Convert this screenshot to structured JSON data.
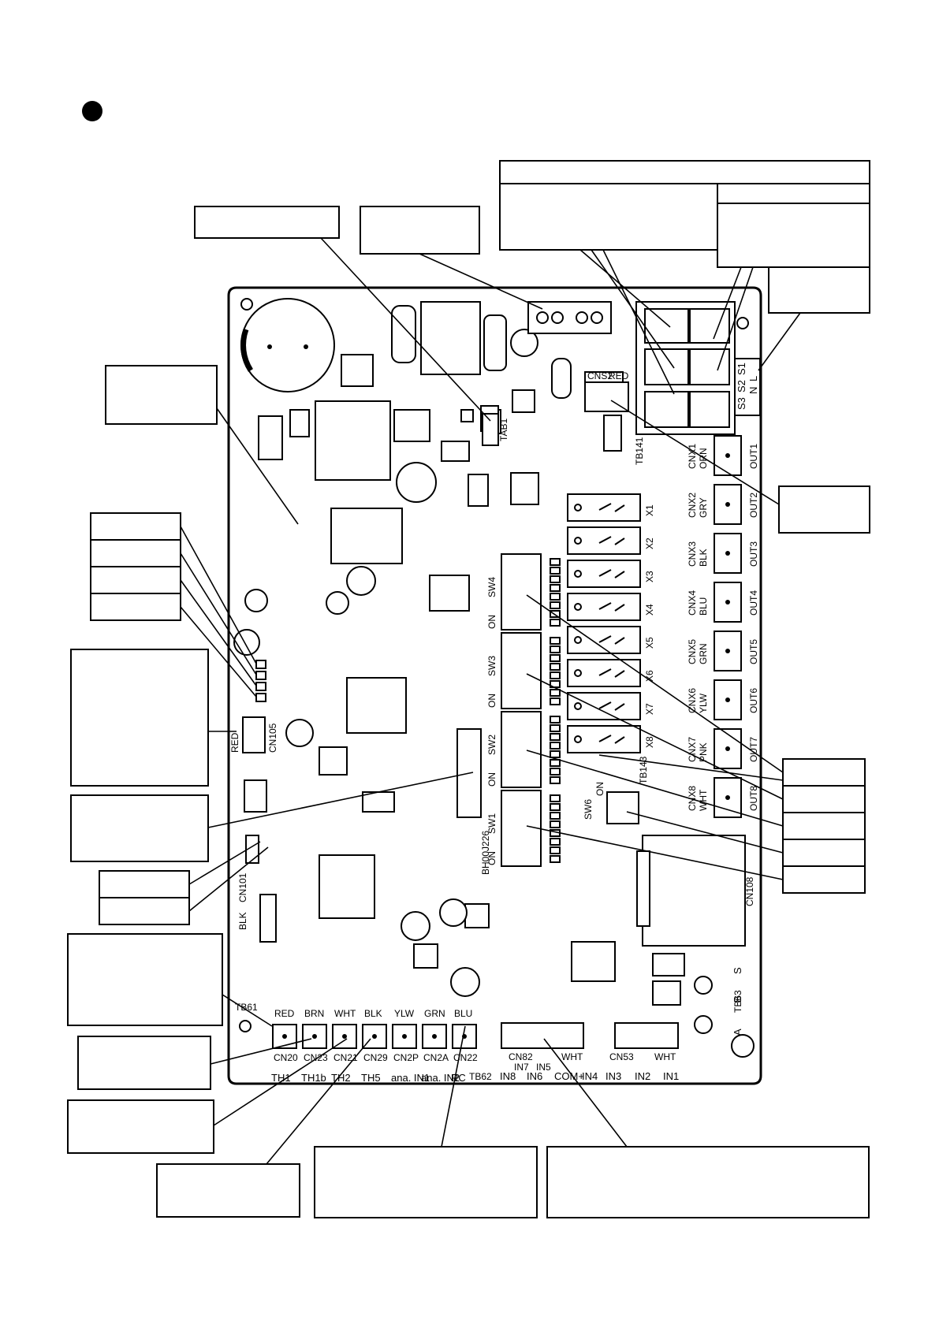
{
  "relay_connectors": [
    {
      "cn": "CNX1",
      "color": "ORN",
      "out": "OUT1",
      "relay": "X1"
    },
    {
      "cn": "CNX2",
      "color": "GRY",
      "out": "OUT2",
      "relay": "X2"
    },
    {
      "cn": "CNX3",
      "color": "BLK",
      "out": "OUT3",
      "relay": "X3"
    },
    {
      "cn": "CNX4",
      "color": "BLU",
      "out": "OUT4",
      "relay": "X4"
    },
    {
      "cn": "CNX5",
      "color": "GRN",
      "out": "OUT5",
      "relay": "X5"
    },
    {
      "cn": "CNX6",
      "color": "YLW",
      "out": "OUT6",
      "relay": "X6"
    },
    {
      "cn": "CNX7",
      "color": "PNK",
      "out": "OUT7",
      "relay": "X7"
    },
    {
      "cn": "CNX8",
      "color": "WHT",
      "out": "OUT8",
      "relay": "X8"
    }
  ],
  "dip_switches": [
    {
      "name": "SW4",
      "on": "ON"
    },
    {
      "name": "SW3",
      "on": "ON"
    },
    {
      "name": "SW2",
      "on": "ON"
    },
    {
      "name": "SW1",
      "on": "ON"
    }
  ],
  "thermistor_connectors": [
    {
      "color": "RED",
      "cn": "CN20",
      "terminal": "TH1"
    },
    {
      "color": "BRN",
      "cn": "CN23",
      "terminal": "TH1b"
    },
    {
      "color": "WHT",
      "cn": "CN21",
      "terminal": "TH2"
    },
    {
      "color": "BLK",
      "cn": "CN29",
      "terminal": "TH5"
    },
    {
      "color": "YLW",
      "cn": "CN2P",
      "terminal": "ana. IN1"
    },
    {
      "color": "GRN",
      "cn": "CN2A",
      "terminal": "ana. IN2"
    },
    {
      "color": "BLU",
      "cn": "CN22",
      "terminal": "RC"
    }
  ],
  "input_connectors": {
    "cn82": "CN82",
    "cn82_color": "WHT",
    "cn53": "CN53",
    "cn53_color": "WHT",
    "top_labels": [
      "IN7",
      "IN5"
    ],
    "bottom_labels": [
      "IN8",
      "IN6",
      "COM+",
      "IN4",
      "IN3",
      "IN2",
      "IN1"
    ]
  },
  "board_labels": {
    "tab1": "TAB1",
    "cns2": "CNS2",
    "cns2_color": "RED",
    "tb141": "TB141",
    "tb143": "TB143",
    "tb61": "TB61",
    "tb62": "TB62",
    "tb63": "TB63",
    "cn105": "CN105",
    "cn105_color": "RED",
    "cn101": "CN101",
    "cn101_color": "BLK",
    "cn108": "CN108",
    "sw6": "SW6",
    "sw6_on": "ON",
    "board_id": "BH00J226",
    "power_terminals": [
      "S3",
      "S2",
      "S1"
    ],
    "power_labels": [
      "N",
      "L"
    ],
    "tb63_pins": [
      "S",
      "B",
      "A"
    ]
  }
}
